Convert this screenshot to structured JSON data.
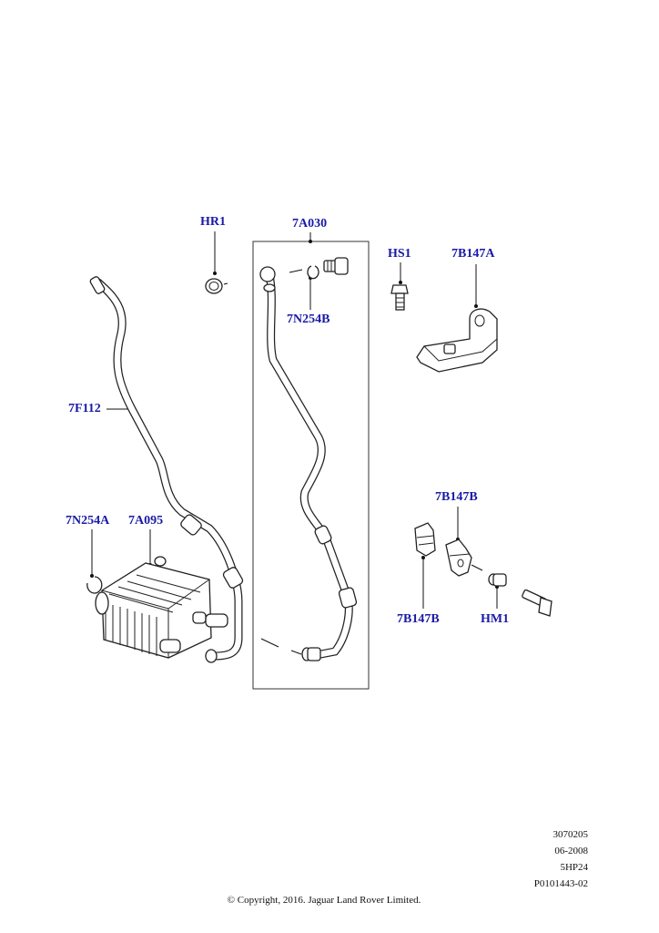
{
  "callouts": {
    "hr1": "HR1",
    "a030": "7A030",
    "hs1": "HS1",
    "b147a": "7B147A",
    "n254b": "7N254B",
    "f112": "7F112",
    "n254a": "7N254A",
    "a095": "7A095",
    "b147b_top": "7B147B",
    "b147b_bottom": "7B147B",
    "hm1": "HM1"
  },
  "meta": {
    "code": "3070205",
    "date": "06-2008",
    "transmission": "5HP24",
    "part_ref": "P0101443-02"
  },
  "copyright": "© Copyright, 2016. Jaguar Land Rover Limited.",
  "colors": {
    "callout": "#1a1aa6",
    "line": "#222222",
    "background": "#ffffff"
  }
}
